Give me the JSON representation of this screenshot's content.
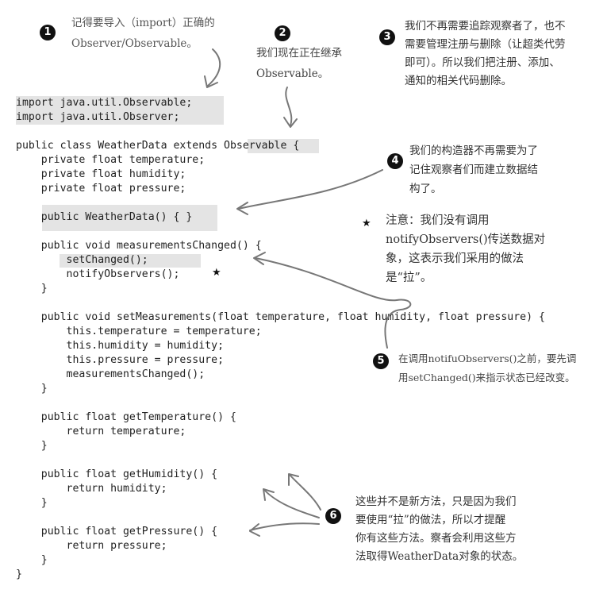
{
  "code": {
    "lines": [
      "import java.util.Observable;",
      "import java.util.Observer;",
      "",
      "public class WeatherData extends Observable {",
      "    private float temperature;",
      "    private float humidity;",
      "    private float pressure;",
      "",
      "    public WeatherData() { }",
      "",
      "    public void measurementsChanged() {",
      "        setChanged();",
      "        notifyObservers();",
      "    }",
      "",
      "    public void setMeasurements(float temperature, float humidity, float pressure) {",
      "        this.temperature = temperature;",
      "        this.humidity = humidity;",
      "        this.pressure = pressure;",
      "        measurementsChanged();",
      "    }",
      "",
      "    public float getTemperature() {",
      "        return temperature;",
      "    }",
      "",
      "    public float getHumidity() {",
      "        return humidity;",
      "    }",
      "",
      "    public float getPressure() {",
      "        return pressure;",
      "    }",
      "}"
    ]
  },
  "annotations": {
    "a1": {
      "badge": "1",
      "lines": [
        "记得要导入（import）正确的",
        "Observer/Observable。"
      ]
    },
    "a2": {
      "badge": "2",
      "lines": [
        "我们现在正在继承",
        "Observable。"
      ]
    },
    "a3": {
      "badge": "3",
      "lines": [
        "我们不再需要追踪观察者了，也不",
        "需要管理注册与删除（让超类代劳",
        "即可）。所以我们把注册、添加、",
        "通知的相关代码删除。"
      ]
    },
    "a4": {
      "badge": "4",
      "lines": [
        "我们的构造器不再需要为了",
        "记住观察者们而建立数据结",
        "构了。"
      ]
    },
    "note": {
      "star": "★",
      "lines": [
        "注意：我们没有调用",
        "notifyObservers()传送数据对",
        "象，这表示我们采用的做法",
        "是“拉”。"
      ]
    },
    "a5": {
      "badge": "5",
      "lines": [
        "在调用notifuObservers()之前，要先调",
        "用setChanged()来指示状态已经改变。"
      ]
    },
    "a6": {
      "badge": "6",
      "lines": [
        "这些并不是新方法，只是因为我们",
        "要使用“拉”的做法，所以才提醒",
        "你有这些方法。察者会利用这些方",
        "法取得WeatherData对象的状态。"
      ]
    },
    "code_star": "★"
  },
  "colors": {
    "highlight": "#e4e4e4",
    "badge": "#111111",
    "arrow": "#777777"
  }
}
